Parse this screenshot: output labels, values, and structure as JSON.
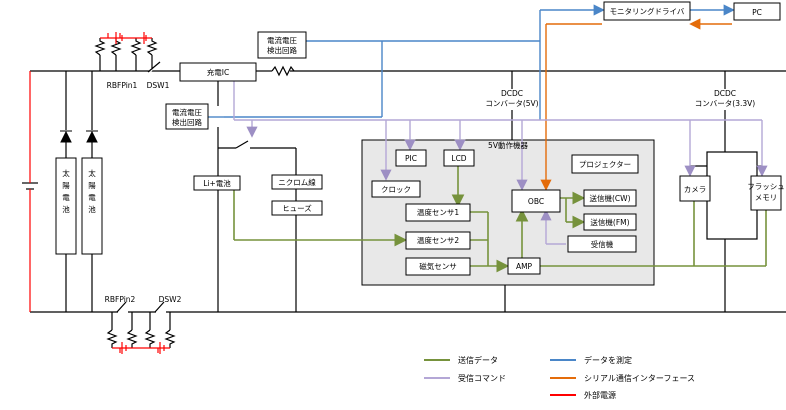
{
  "labels": {
    "monitor_driver": "モニタリングドライバ",
    "pc": "PC",
    "charge_ic": "充電IC",
    "cv_detect_top_1": "電流電圧",
    "cv_detect_top_2": "検出回路",
    "cv_detect_bot_1": "電流電圧",
    "cv_detect_bot_2": "検出回路",
    "rbf1": "RBFPin1",
    "dsw1": "DSW1",
    "rbf2": "RBFPin2",
    "dsw2": "DSW2",
    "dcdc5_1": "DCDC",
    "dcdc5_2": "コンバータ(5V)",
    "dcdc33_1": "DCDC",
    "dcdc33_2": "コンバータ(3.3V)",
    "solar": [
      "太",
      "陽",
      "電",
      "池"
    ],
    "li_battery": "Li+電池",
    "nichrome": "ニクロム線",
    "fuse": "ヒューズ",
    "group_5v": "5V動作機器",
    "pic": "PIC",
    "lcd": "LCD",
    "clock": "クロック",
    "projector": "プロジェクター",
    "temp1": "温度センサ1",
    "temp2": "温度センサ2",
    "mag": "磁気センサ",
    "amp": "AMP",
    "obc": "OBC",
    "tx_cw": "送信機(CW)",
    "tx_fm": "送信機(FM)",
    "rx": "受信機",
    "camera": "カメラ",
    "flash_1": "フラッシュ",
    "flash_2": "メモリ"
  },
  "legend": [
    {
      "label": "送信データ",
      "color": "#76923c"
    },
    {
      "label": "データを測定",
      "color": "#4a86c8"
    },
    {
      "label": "受信コマンド",
      "color": "#b4a7d6"
    },
    {
      "label": "シリアル通信インターフェース",
      "color": "#e46c0a"
    },
    {
      "label": "外部電源",
      "color": "#ff0000"
    }
  ],
  "colors": {
    "green": "#76923c",
    "blue": "#4a86c8",
    "purple": "#b4a7d6",
    "orange": "#e46c0a",
    "red": "#ff0000",
    "panel": "#e8e8e8"
  }
}
